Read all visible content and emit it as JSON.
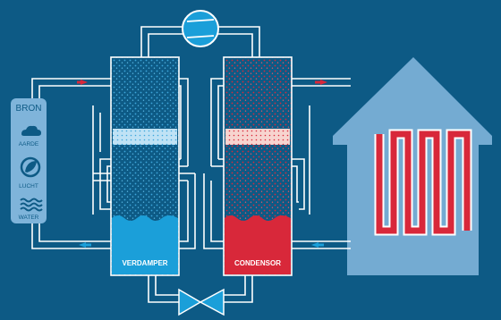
{
  "source": {
    "title": "BRON",
    "items": [
      {
        "label": "AARDE",
        "icon": "cloud-icon"
      },
      {
        "label": "LUCHT",
        "icon": "leaf-icon"
      },
      {
        "label": "WATER",
        "icon": "waves-icon"
      }
    ]
  },
  "evaporator": {
    "label": "VERDAMPER"
  },
  "condenser": {
    "label": "CONDENSOR"
  },
  "colors": {
    "background": "#0d5a85",
    "pipe": "#ffffff",
    "cold": "#1b9fd9",
    "hot": "#d8283a",
    "house": "#7fb4da",
    "source_panel": "#7fb4da",
    "compressor": "#1b9fd9"
  }
}
